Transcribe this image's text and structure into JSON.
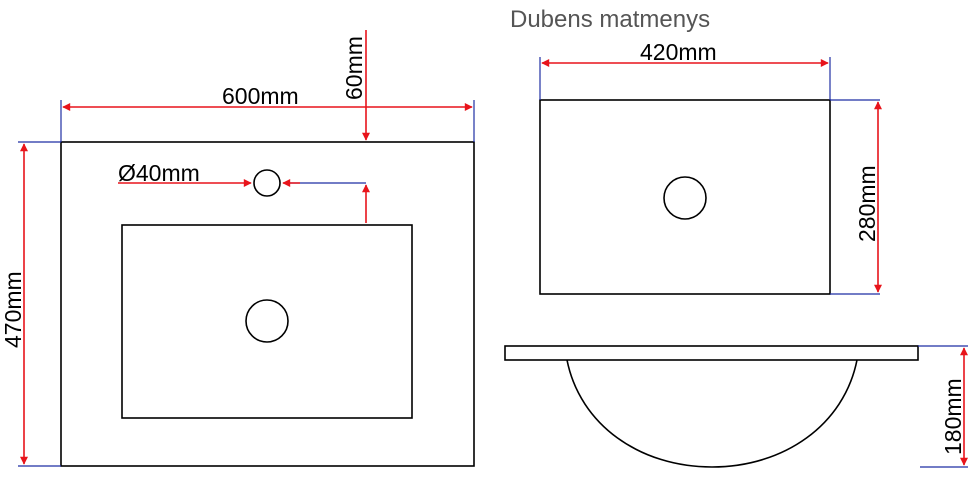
{
  "title": "Dubens matmenys",
  "dimensions": {
    "top_width": "600mm",
    "top_depth": "470mm",
    "tap_offset": "60mm",
    "tap_hole": "Ø40mm",
    "bowl_width": "420mm",
    "bowl_depth": "280mm",
    "bowl_height": "180mm"
  },
  "colors": {
    "dimension_line": "#e8141b",
    "extension_line": "#1f2fa3",
    "outline": "#000000",
    "title": "#555555"
  }
}
